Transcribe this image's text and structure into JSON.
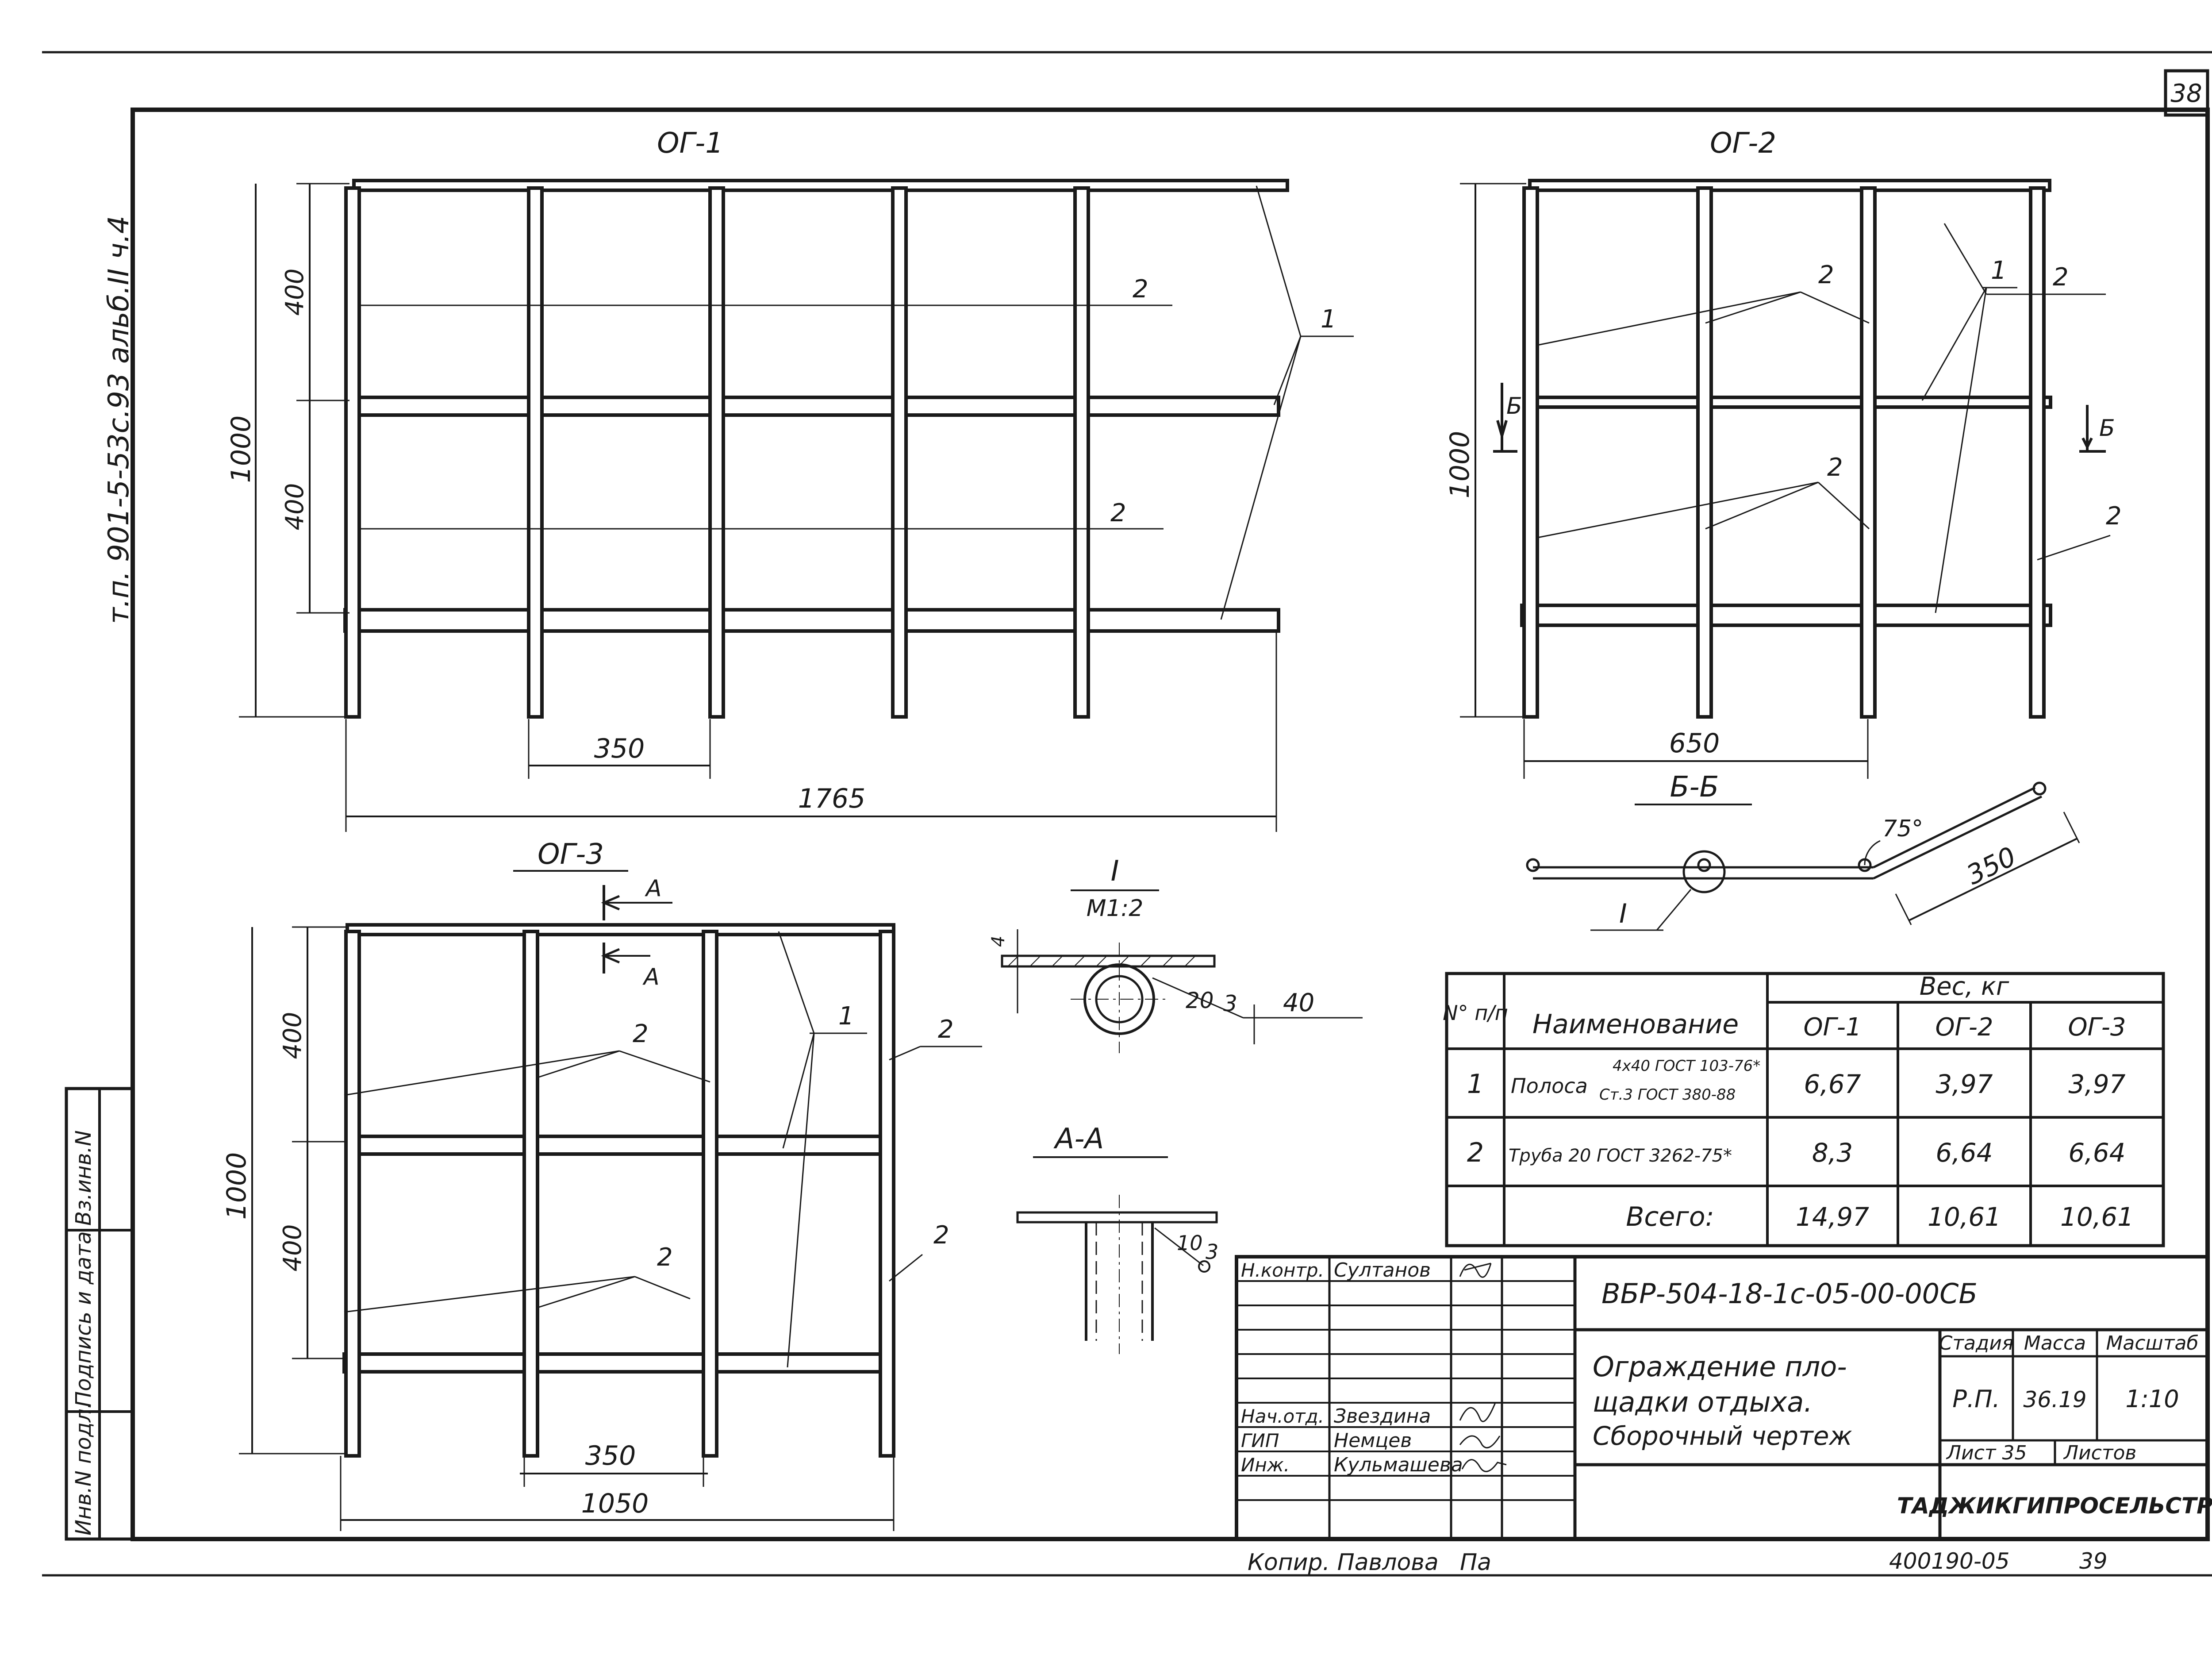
{
  "sheet": {
    "number": "38",
    "side_code": "т.п. 901-5-53с.93 альб.II ч.4",
    "side_stamp_labels": [
      "Инв.N подл.",
      "Подпись и дата",
      "Вз.инв.N"
    ]
  },
  "views": {
    "og1": {
      "title": "ОГ-1",
      "dims": {
        "upper": "400",
        "lower": "400",
        "height": "1000",
        "spacing": "350",
        "length": "1765"
      },
      "callouts": {
        "pipe_a": "2",
        "pipe_b": "2",
        "strip": "1"
      }
    },
    "og2": {
      "title": "ОГ-2",
      "dims": {
        "height": "1000",
        "length": "650"
      },
      "section_marks": [
        "Б",
        "Б"
      ],
      "callouts": {
        "pipe_a": "2",
        "pipe_b": "2",
        "pipe_c": "2",
        "pipe_d": "2",
        "strip": "1"
      }
    },
    "og3": {
      "title": "ОГ-3",
      "dims": {
        "upper": "400",
        "lower": "400",
        "height": "1000",
        "spacing": "350",
        "length": "1050"
      },
      "section_marks": [
        "А",
        "А"
      ],
      "callouts": {
        "pipe_a": "2",
        "pipe_b": "2",
        "pipe_c": "2",
        "pipe_d": "2",
        "strip": "1"
      }
    },
    "section_bb": {
      "title": "Б-Б",
      "angle": "75°",
      "length": "350",
      "detail_ref": "I"
    },
    "detail_i": {
      "title": "I",
      "scale": "М1:2",
      "weld_dim": "20",
      "weld_size": "3",
      "width_dim": "40",
      "thickness": "4"
    },
    "section_aa": {
      "title": "А-А",
      "weld_dim": "10",
      "weld_size": "3"
    }
  },
  "spec_table": {
    "header_num": "N° п/п",
    "header_name": "Наименование",
    "header_weight": "Вес, кг",
    "columns": [
      "ОГ-1",
      "ОГ-2",
      "ОГ-3"
    ],
    "rows": [
      {
        "num": "1",
        "name": "Полоса",
        "standard_top": "4x40 ГОСТ 103-76*",
        "standard_bottom": "Ст.3 ГОСТ 380-88",
        "values": [
          "6,67",
          "3,97",
          "3,97"
        ]
      },
      {
        "num": "2",
        "name": "Труба 20 ГОСТ 3262-75*",
        "values": [
          "8,3",
          "6,64",
          "6,64"
        ]
      }
    ],
    "total_label": "Всего:",
    "totals": [
      "14,97",
      "10,61",
      "10,61"
    ]
  },
  "title_block": {
    "code": "ВБР-504-18-1с-05-00-00СБ",
    "title_lines": [
      "Ограждение пло-",
      "щадки отдыха.",
      "Сборочный чертеж"
    ],
    "stage_label": "Стадия",
    "mass_label": "Масса",
    "scale_label": "Масштаб",
    "stage": "Р.П.",
    "mass": "36.19",
    "scale": "1:10",
    "sheet_label": "Лист 35",
    "sheets_label": "Листов",
    "organization": "ТАДЖИКГИПРОСЕЛЬСТРОЙ",
    "signatures": [
      {
        "role": "Н.контр.",
        "name": "Султанов"
      },
      {
        "role": "Нач.отд.",
        "name": "Звездина"
      },
      {
        "role": "ГИП",
        "name": "Немцев"
      },
      {
        "role": "Инж.",
        "name": "Кульмашева"
      }
    ]
  },
  "footer": {
    "copier": "Копир. Павлова",
    "copier_sign": "Па",
    "archive_code": "400190-05",
    "page": "39"
  }
}
